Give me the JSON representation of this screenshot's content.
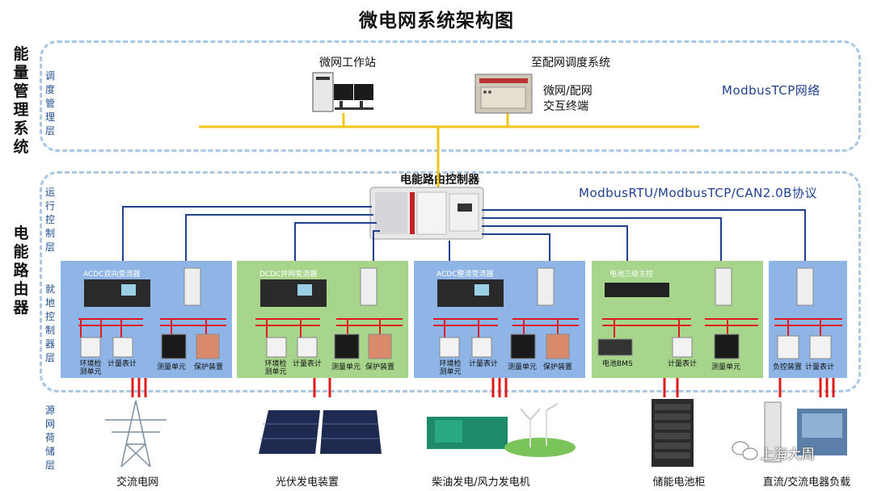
{
  "title": "微电网系统架构图",
  "left_labels": {
    "energy_mgmt": "能量管理系统",
    "power_router": "电能路由器"
  },
  "layer_labels": {
    "dispatch": "调度管理层",
    "run_control": "运行控制层",
    "local_control": "就地控制器层",
    "source_net": "源网荷储层"
  },
  "top": {
    "workstation": "微网工作站",
    "dispatch_system": "至配网调度系统",
    "terminal": "微网/配网\n交互终端",
    "network": "ModbusTCP网络"
  },
  "controller": {
    "label": "电能路由控制器",
    "protocol": "ModbusRTU/ModbusTCP/CAN2.0B协议"
  },
  "panels": [
    {
      "title": "ACDC双向变流器",
      "devices": [
        "环境检测单元",
        "计量表计",
        "测量单元",
        "保护装置"
      ]
    },
    {
      "title": "DCDC并网变流器",
      "devices": [
        "环境检测单元",
        "计量表计",
        "测量单元",
        "保护装置"
      ]
    },
    {
      "title": "ACDC整流变流器",
      "devices": [
        "环境检测单元",
        "计量表计",
        "测量单元",
        "保护装置"
      ]
    },
    {
      "title": "电池三级主控",
      "devices": [
        "电池BMS",
        "计量表计",
        "测量单元"
      ]
    },
    {
      "title": "",
      "devices": [
        "负控装置",
        "计量表计"
      ]
    }
  ],
  "sources": [
    "交流电网",
    "光伏发电装置",
    "柴油发电/风力发电机",
    "储能电池柜",
    "直流/交流电器负载"
  ],
  "watermark": "上海大周",
  "colors": {
    "bus": "#f0c419",
    "link": "#1f3f8f",
    "red": "#e0191b",
    "dash": "#aac8e4"
  }
}
